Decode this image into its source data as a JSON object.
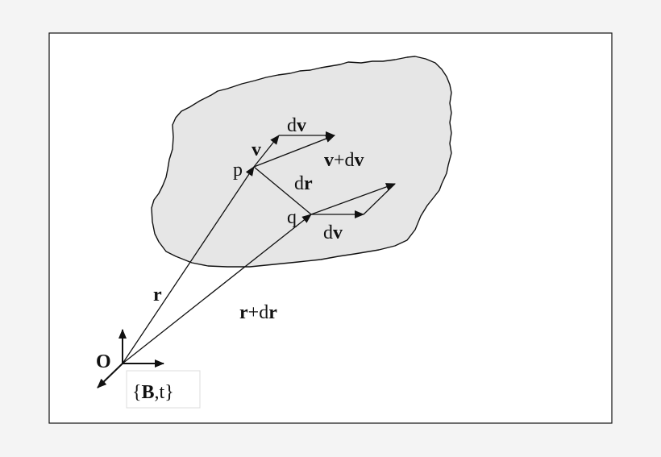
{
  "labels": {
    "p": "p",
    "q": "q",
    "v_bold": "v",
    "dv_top_d": "d",
    "dv_top_v": "v",
    "vdv_v": "v",
    "vdv_plus_d": "+d",
    "vdv_v2": "v",
    "dr_d": "d",
    "dr_r": "r",
    "dv_bot_d": "d",
    "dv_bot_v": "v",
    "r": "r",
    "rdr_r": "r",
    "rdr_plus_d": "+d",
    "rdr_r2": "r",
    "origin": "O",
    "frame_open": "{",
    "frame_B": "B",
    "frame_rest": ",t}"
  },
  "colors": {
    "page_background": "#f4f4f4",
    "panel_background": "#ffffff",
    "body_fill": "#e6e6e6",
    "stroke": "#111111"
  }
}
